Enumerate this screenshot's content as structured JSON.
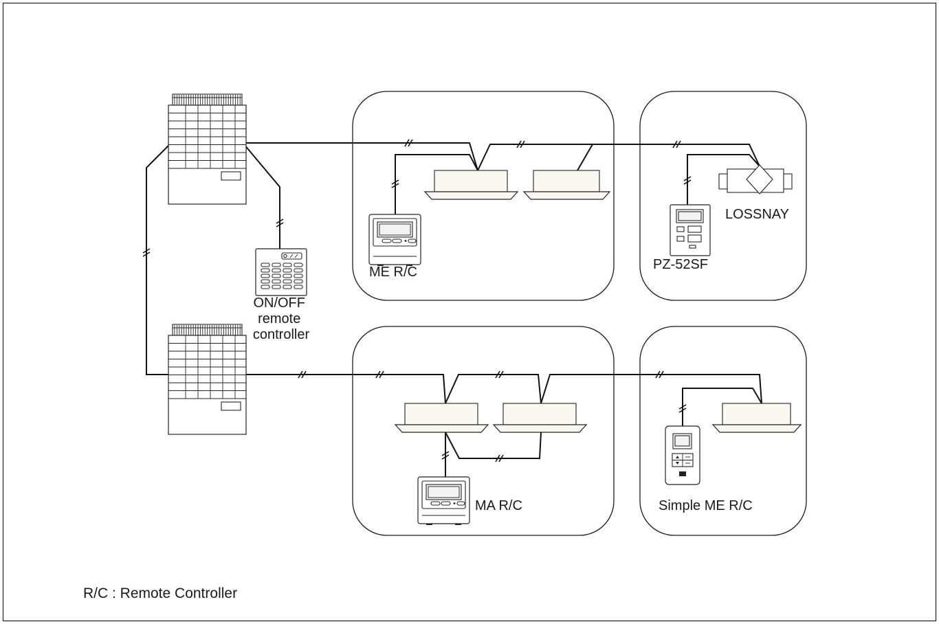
{
  "labels": {
    "me_rc": "ME R/C",
    "on_off_rc": [
      "ON/OFF",
      "remote",
      "controller"
    ],
    "pz_52sf": "PZ-52SF",
    "lossnay": "LOSSNAY",
    "ma_rc": "MA R/C",
    "simple_me_rc": "Simple ME R/C"
  },
  "legend": "R/C : Remote Controller"
}
